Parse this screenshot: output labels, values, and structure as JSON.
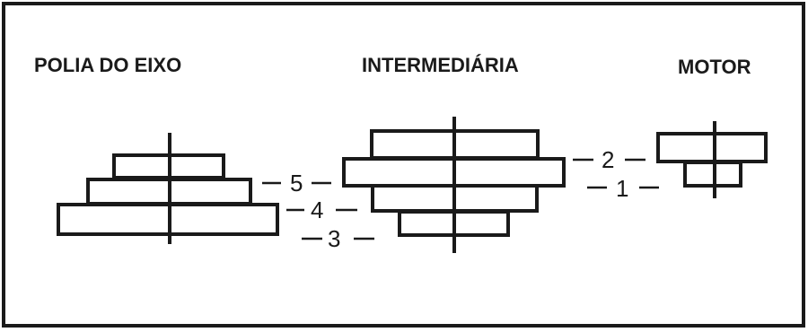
{
  "headings": {
    "axle_pulley": "POLIA DO EIXO",
    "intermediate": "INTERMEDIÁRIA",
    "motor": "MOTOR"
  },
  "belt_positions": [
    "5",
    "4",
    "3",
    "2",
    "1"
  ]
}
